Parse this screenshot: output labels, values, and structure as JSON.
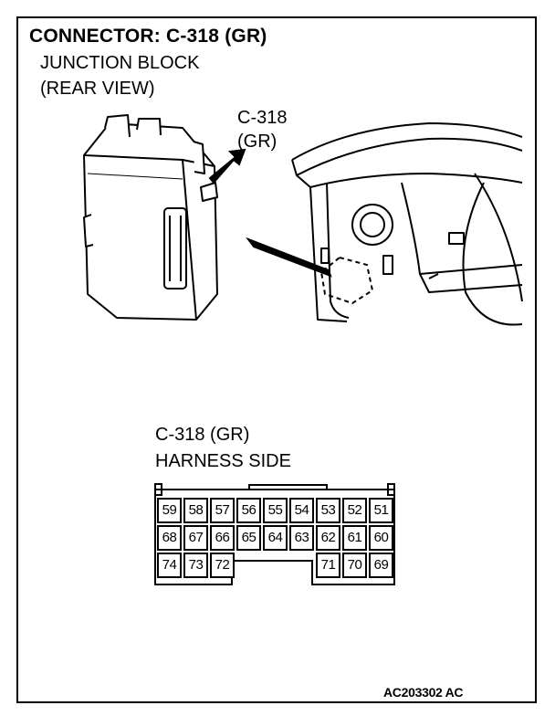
{
  "header": {
    "title": "CONNECTOR: C-318 (GR)",
    "subtitle_line1": "JUNCTION BLOCK",
    "subtitle_line2": "(REAR VIEW)"
  },
  "callout": {
    "line1": "C-318",
    "line2": "(GR)"
  },
  "connector": {
    "title": "C-318 (GR)",
    "subtitle": "HARNESS SIDE",
    "rows": [
      [
        "59",
        "58",
        "57",
        "56",
        "55",
        "54",
        "53",
        "52",
        "51"
      ],
      [
        "68",
        "67",
        "66",
        "65",
        "64",
        "63",
        "62",
        "61",
        "60"
      ],
      [
        "74",
        "73",
        "72",
        "",
        "",
        "",
        "71",
        "70",
        "69"
      ]
    ]
  },
  "footer": {
    "diagram_ref": "AC203302 AC"
  }
}
